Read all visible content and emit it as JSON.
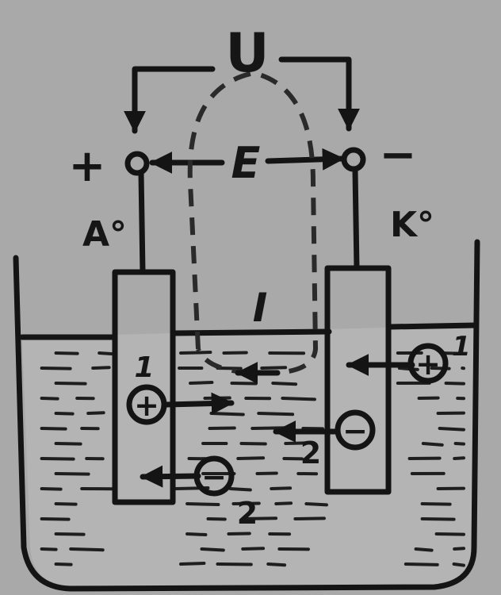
{
  "labels": {
    "voltage": "U",
    "field": "E",
    "current": "I",
    "plus": "+",
    "minus": "−",
    "anode": "A°",
    "cathode": "K°",
    "ion_plus_anode_index": "1",
    "ion_plus_cathode_index": "1",
    "ion_minus_anode_index": "2",
    "ion_minus_cathode_index": "2"
  },
  "symbols": {
    "cation": "+",
    "anion": "−"
  },
  "colors": {
    "background": "#a9a9a9",
    "ink": "#141414",
    "solution": "#b4b4b4"
  }
}
